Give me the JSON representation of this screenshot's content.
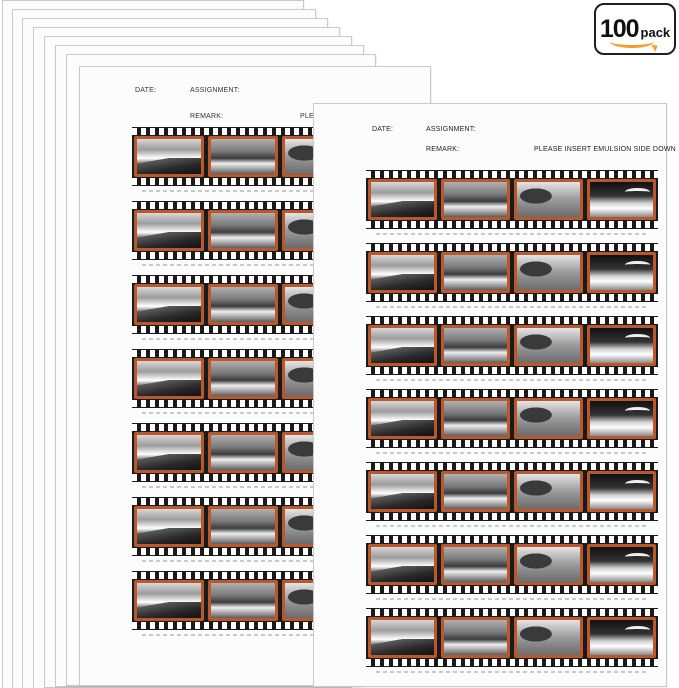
{
  "badge": {
    "count": "100",
    "unit": "pack",
    "accent": "#f59c2a"
  },
  "sheet_labels": {
    "date": "DATE:",
    "assignment": "ASSIGNMENT:",
    "remark": "REMARK:",
    "instruction": "PLEASE INSERT EMULSION SIDE DOWN"
  },
  "colors": {
    "film_border": "#b8582c",
    "film_base": "#1a1a1a",
    "sheet": "#fcfcfc"
  },
  "front_sheet": {
    "strip_count": 7,
    "frames_per_strip": 4
  },
  "middle_sheet": {
    "strip_count": 7,
    "frames_per_strip": 4
  }
}
